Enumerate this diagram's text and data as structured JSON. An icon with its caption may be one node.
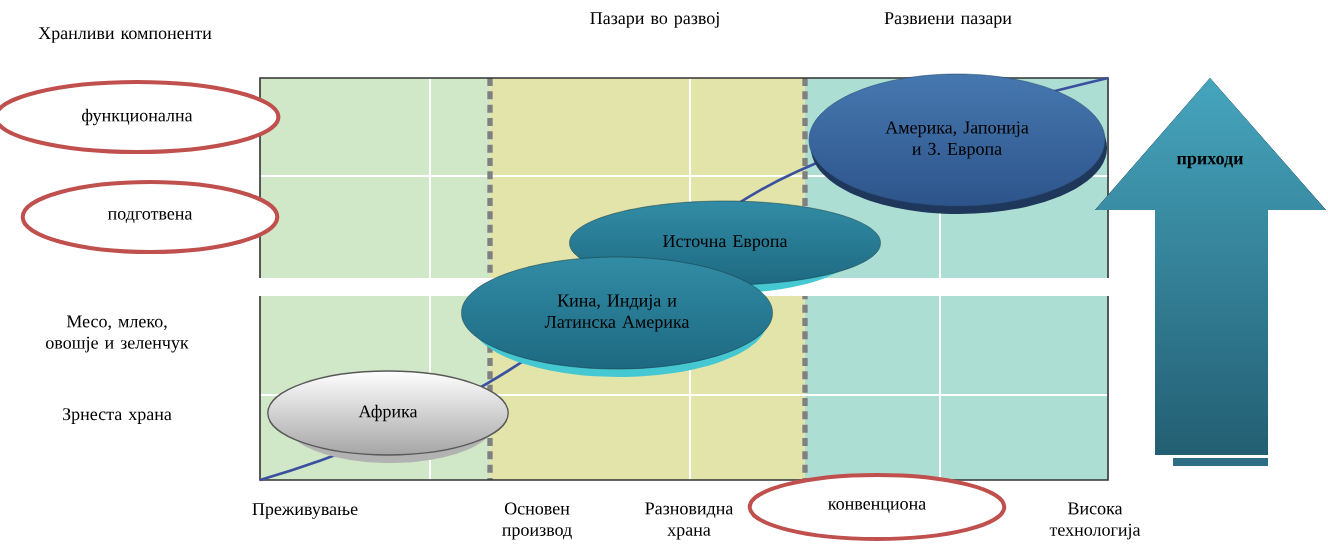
{
  "diagram": {
    "nodes": [
      {
        "text": [
          "функционална"
        ]
      },
      {
        "text": [
          "подготвена"
        ]
      },
      {
        "text": [
          "Америка, Јапонија и З. Европа"
        ]
      },
      {
        "text": [
          "Источна Европа"
        ]
      },
      {
        "text": [
          "Кина, Индија и Латинска Америка"
        ]
      },
      {
        "text": [
          "Африка"
        ]
      },
      {
        "text": [
          "конвенциона"
        ]
      },
      {
        "text": [
          "приходи"
        ]
      }
    ],
    "labels": [
      "Хранливи компоненти",
      "Пазари во развој",
      "Развиени пазари",
      "Месо, млеко, овошје и зеленчук",
      "Зрнеста храна",
      "Преживување",
      "Основен производ",
      "Разновидна храна",
      "Висока технологија"
    ]
  }
}
